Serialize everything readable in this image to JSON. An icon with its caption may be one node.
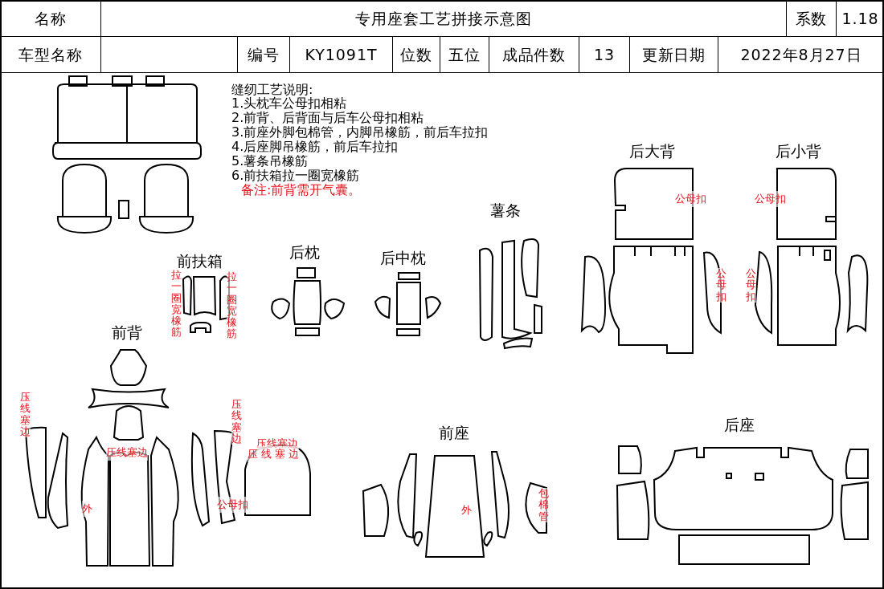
{
  "diagram": {
    "title": "专用座套工艺拼接示意图",
    "labels": [
      "名称",
      "系数",
      "1.18",
      "车型名称",
      "编号",
      "KY1091T",
      "位数",
      "五位",
      "成品件数",
      "13",
      "更新日期",
      "2022年8月27日",
      "缝纫工艺说明:",
      "1.头枕车公母扣相粘",
      "2.前背、后背面与后车公母扣相粘",
      "3.前座外脚包棉管，内脚吊橡筋，前后车拉扣",
      "4.后座脚吊橡筋，前后车拉扣",
      "5.薯条吊橡筋",
      "6.前扶箱拉一圈宽橡筋",
      "备注:前背需开气囊。",
      "薯条",
      "后大背",
      "后小背",
      "前扶箱",
      "后枕",
      "后中枕",
      "前背",
      "前座",
      "后座",
      "公母扣",
      "公母扣",
      "公母扣",
      "公母扣",
      "拉一圈宽橡筋",
      "拉一圈宽橡筋",
      "压线塞边",
      "压线塞边",
      "压线塞边",
      "压线塞边",
      "压 线 塞 边",
      "外",
      "公母扣",
      "外",
      "包棉管"
    ]
  }
}
